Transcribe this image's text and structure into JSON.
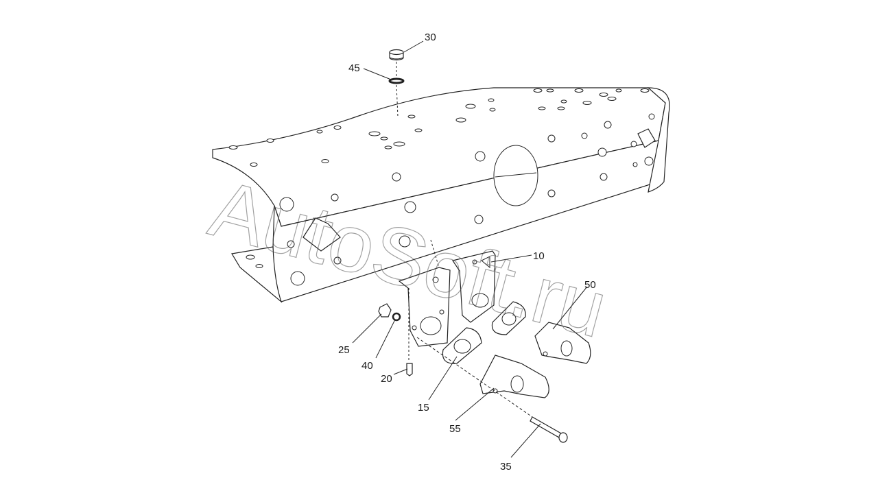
{
  "diagram": {
    "callouts": [
      {
        "id": "30",
        "label": "30"
      },
      {
        "id": "45",
        "label": "45"
      },
      {
        "id": "10",
        "label": "10"
      },
      {
        "id": "50",
        "label": "50"
      },
      {
        "id": "25",
        "label": "25"
      },
      {
        "id": "40",
        "label": "40"
      },
      {
        "id": "20",
        "label": "20"
      },
      {
        "id": "15",
        "label": "15"
      },
      {
        "id": "55",
        "label": "55"
      },
      {
        "id": "35",
        "label": "35"
      }
    ],
    "watermark": "AutoSoft.ru"
  }
}
